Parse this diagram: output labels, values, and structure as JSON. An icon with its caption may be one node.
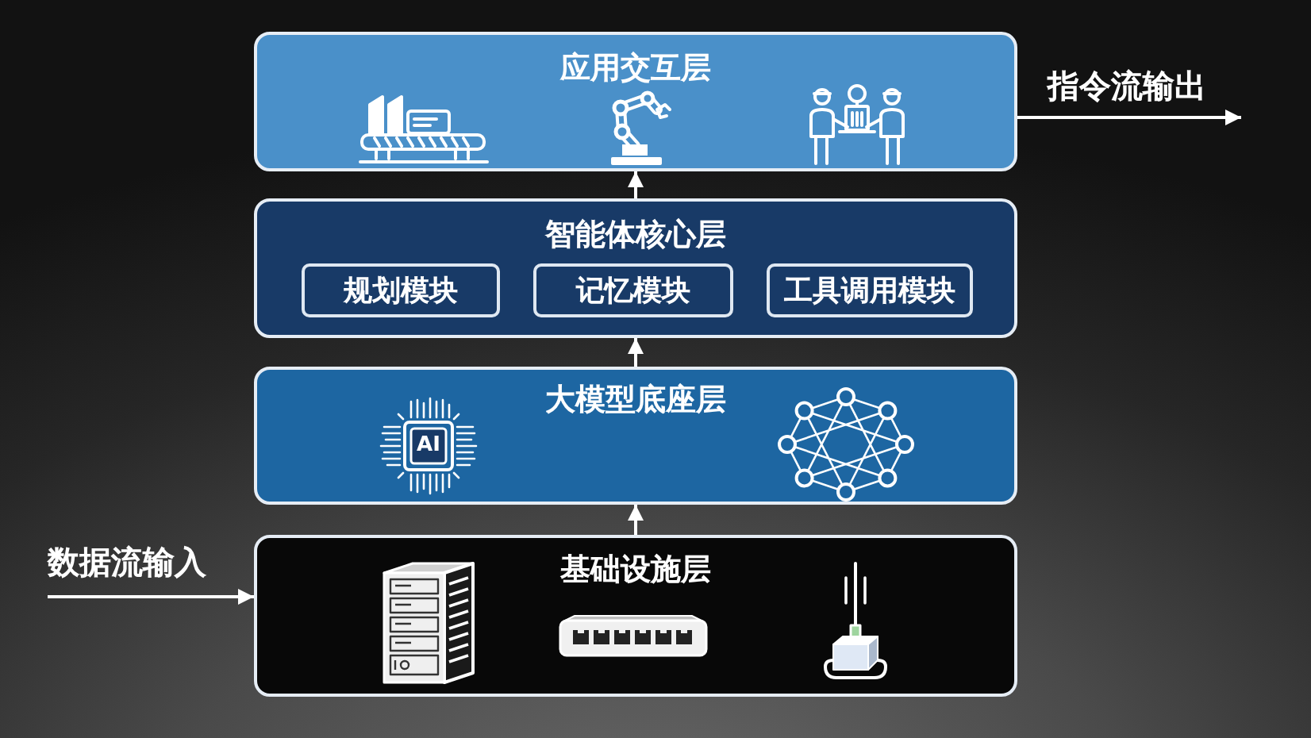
{
  "diagram": {
    "nodes": [
      {
        "text": [
          "应用交互层"
        ]
      },
      {
        "text": [
          "智能体核心层"
        ]
      },
      {
        "text": [
          "规划模块"
        ],
        "in": 1
      },
      {
        "text": [
          "记忆模块"
        ],
        "in": 1
      },
      {
        "text": [
          "工具调用模块"
        ],
        "in": 1
      },
      {
        "text": [
          "大模型底座层"
        ]
      },
      {
        "text": [
          "基础设施层"
        ]
      }
    ],
    "edges": [
      {
        "from": 6,
        "to": 5,
        "arrow": "to"
      },
      {
        "from": 5,
        "to": 1,
        "arrow": "to"
      },
      {
        "from": 1,
        "to": 0,
        "arrow": "to"
      },
      {
        "from": null,
        "to": 6,
        "arrow": "to",
        "label": "数据流输入"
      },
      {
        "from": 0,
        "to": null,
        "arrow": "to",
        "label": "指令流输出"
      }
    ],
    "labels": [
      "AI"
    ]
  }
}
